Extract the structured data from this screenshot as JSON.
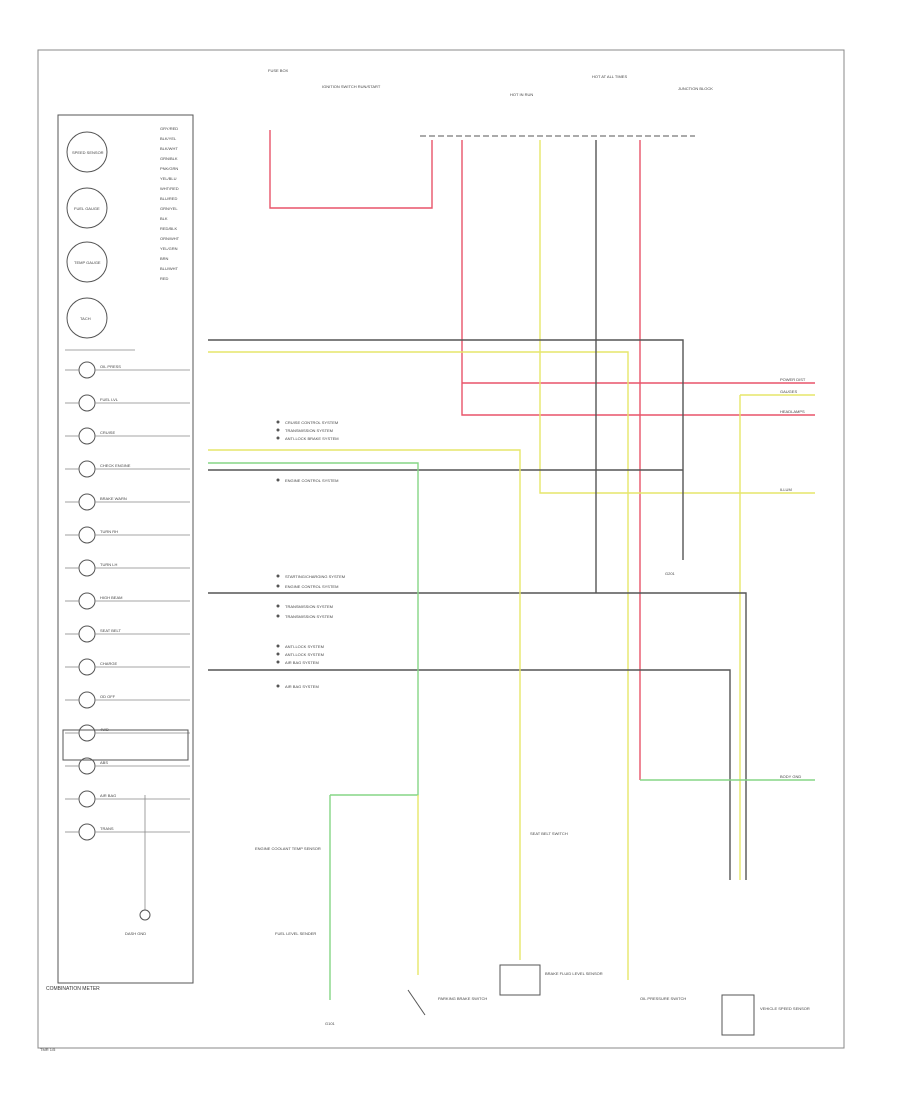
{
  "colors": {
    "black": "#555555",
    "red": "#e8546a",
    "yellow": "#e6e66a",
    "green": "#86d686",
    "grey": "#888888"
  },
  "cluster": {
    "title": "COMBINATION METER",
    "gauges": [
      "SPEED SENSOR",
      "FUEL GAUGE",
      "TEMP GAUGE",
      "TACH"
    ],
    "lamps": [
      "OIL PRESS",
      "FUEL LVL",
      "CRUISE",
      "CHECK ENGINE",
      "BRAKE WARN",
      "TURN RH",
      "TURN LH",
      "HIGH BEAM",
      "SEAT BELT",
      "CHARGE",
      "OD OFF",
      "4WD",
      "ABS",
      "AIR BAG",
      "TRANS"
    ],
    "pins": [
      "GRY/RED",
      "BLK/YEL",
      "BLK/WHT",
      "GRN/BLK",
      "PNK/GRN",
      "YEL/BLU",
      "WHT/RED",
      "BLU/RED",
      "GRN/YEL",
      "BLK",
      "RED/BLK",
      "ORN/WHT",
      "YEL/GRN",
      "BRN",
      "BLU/WHT",
      "RED"
    ],
    "ground_label": "DASH GND",
    "footer": "TMR 1/5"
  },
  "top_labels": {
    "fuse_box": "FUSE BOX",
    "ignition": "IGNITION SWITCH RUN/START",
    "hot_in_run": "HOT IN RUN",
    "hot_at_all_times": "HOT AT ALL TIMES",
    "junction": "JUNCTION BLOCK"
  },
  "connector_labels": [
    "CRUISE CONTROL SYSTEM",
    "TRANSMISSION SYSTEM",
    "ANTI-LOCK BRAKE SYSTEM",
    "ENGINE CONTROL SYSTEM",
    "STARTING/CHARGING SYSTEM",
    "ENGINE CONTROL SYSTEM",
    "TRANSMISSION SYSTEM",
    "TRANSMISSION SYSTEM",
    "ANTI-LOCK SYSTEM",
    "ANTI-LOCK SYSTEM",
    "AIR BAG SYSTEM",
    "AIR BAG SYSTEM"
  ],
  "right_labels": [
    "POWER DIST",
    "GAUGES",
    "HEADLAMPS",
    "ILLUM",
    "BODY GND"
  ],
  "components": {
    "brake_fluid": "BRAKE FLUID LEVEL SENSOR",
    "seat_belt": "SEAT BELT SWITCH",
    "parking_brake": "PARKING BRAKE SWITCH",
    "oil_pressure": "OIL PRESSURE SWITCH",
    "engine_coolant": "ENGINE COOLANT TEMP SENSOR",
    "fuel_sender": "FUEL LEVEL SENDER",
    "vehicle_speed": "VEHICLE SPEED SENSOR",
    "ground_left": "G101",
    "ground_mid": "G201"
  }
}
